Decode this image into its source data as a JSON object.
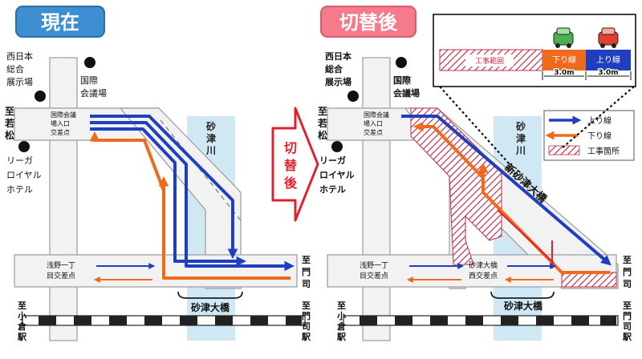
{
  "colors": {
    "blue": "#1f3fbf",
    "orange": "#f06a1e",
    "river": "#cfe8f3",
    "road": "#f2f2f2",
    "road_stroke": "#9a9a9a",
    "construction": "#c0304a",
    "before_badge": "#3d8fd1",
    "after_badge": "#f47a8c",
    "transition_arrow": "#e0202a"
  },
  "before": {
    "badge": "現在",
    "landmark_west": [
      "西日本",
      "総合",
      "展示場"
    ],
    "landmark_convention": [
      "国際",
      "会議場"
    ],
    "to_wakamatsu": [
      "至",
      "若",
      "松"
    ],
    "intersection_convention": [
      "国際会議",
      "場入口",
      "交差点"
    ],
    "hotel": [
      "リーガ",
      "ロイヤル",
      "ホテル"
    ],
    "river": [
      "砂",
      "津",
      "川"
    ],
    "intersection_asano": [
      "浅野一丁",
      "目交差点"
    ],
    "bridge": "砂津大橋",
    "to_mojiko_east": [
      "至",
      "門",
      "司"
    ],
    "to_kokura": [
      "至",
      "小",
      "倉",
      "駅"
    ],
    "to_mojiko_station": [
      "至",
      "門",
      "司",
      "駅"
    ]
  },
  "transition_label": [
    "切",
    "替",
    "後"
  ],
  "after": {
    "badge": "切替後",
    "landmark_west": [
      "西日本",
      "総合",
      "展示場"
    ],
    "landmark_convention": [
      "国際",
      "会議場"
    ],
    "to_wakamatsu": [
      "至",
      "若",
      "松"
    ],
    "intersection_convention": [
      "国際会議",
      "場入口",
      "交差点"
    ],
    "hotel": [
      "リーガ",
      "ロイヤル",
      "ホテル"
    ],
    "river": [
      "砂",
      "津",
      "川"
    ],
    "new_bridge": "新砂津大橋",
    "intersection_asano": [
      "浅野一丁",
      "目交差点"
    ],
    "intersection_sunatsu": [
      "砂津大橋",
      "西交差点"
    ],
    "bridge": "砂津大橋",
    "to_mojiko_east": [
      "至",
      "門",
      "司"
    ],
    "to_kokura": [
      "至",
      "小",
      "倉",
      "駅"
    ],
    "to_mojiko_station": [
      "至",
      "門",
      "司",
      "駅"
    ]
  },
  "legend": {
    "up": "上り線",
    "down": "下り線",
    "construction": "工事箇所"
  },
  "inset": {
    "construction_area": "工事範囲",
    "down_lane": "下り線",
    "up_lane": "上り線",
    "width_left": "3.0m",
    "width_right": "3.0m"
  }
}
